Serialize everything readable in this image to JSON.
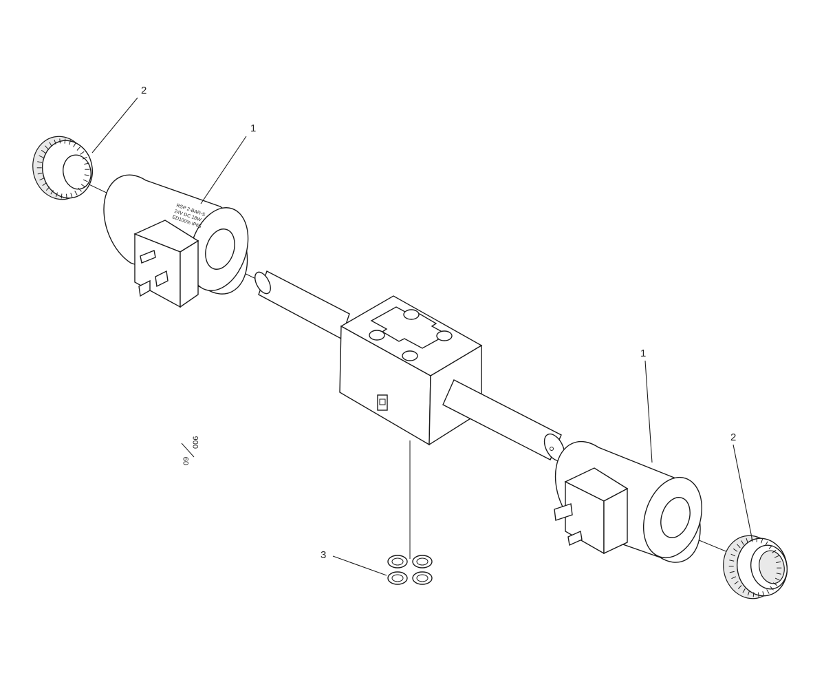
{
  "diagram": {
    "callouts": [
      {
        "id": "callout-2-top-left",
        "label": "2"
      },
      {
        "id": "callout-1-top-left",
        "label": "1"
      },
      {
        "id": "callout-1-right",
        "label": "1"
      },
      {
        "id": "callout-2-bottom-right",
        "label": "2"
      },
      {
        "id": "callout-3-bottom",
        "label": "3"
      }
    ],
    "drawing_ref": {
      "top": "09",
      "bottom": "006"
    },
    "coil_print": [
      "RSP 2-BAR-S",
      "24V DC 18W",
      "ED100% IP65"
    ]
  }
}
